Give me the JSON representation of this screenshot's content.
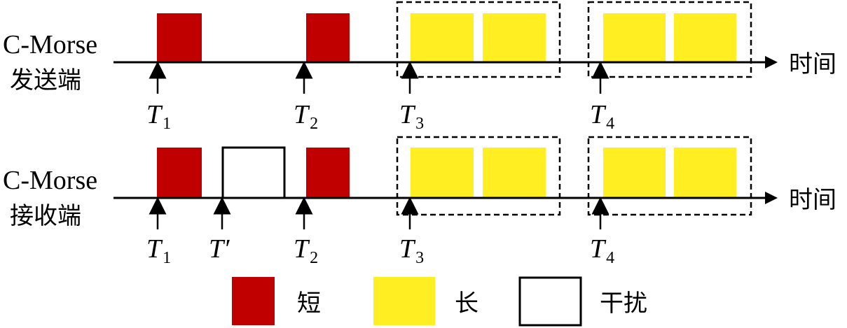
{
  "colors": {
    "short": "#c00000",
    "long": "#ffee22",
    "axis": "#000000"
  },
  "sender": {
    "title_line1": "C-Morse",
    "title_line2": "发送端",
    "axis_label": "时间"
  },
  "receiver": {
    "title_line1": "C-Morse",
    "title_line2": "接收端",
    "axis_label": "时间"
  },
  "markers": {
    "T": "T",
    "sub1": "1",
    "sub2": "2",
    "sub3": "3",
    "sub4": "4",
    "interference": "T′"
  },
  "legend": {
    "short_label": "短",
    "long_label": "长",
    "interference_label": "干扰"
  }
}
